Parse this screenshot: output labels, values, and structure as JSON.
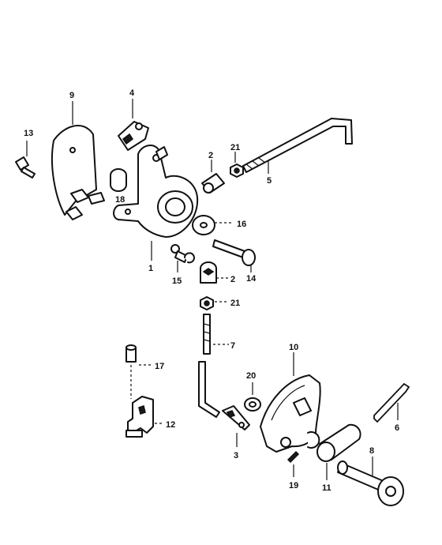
{
  "callouts": [
    {
      "id": "c1",
      "text": "1"
    },
    {
      "id": "c2a",
      "text": "2"
    },
    {
      "id": "c2b",
      "text": "2"
    },
    {
      "id": "c3",
      "text": "3"
    },
    {
      "id": "c4",
      "text": "4"
    },
    {
      "id": "c5",
      "text": "5"
    },
    {
      "id": "c6",
      "text": "6"
    },
    {
      "id": "c7",
      "text": "7"
    },
    {
      "id": "c8",
      "text": "8"
    },
    {
      "id": "c9",
      "text": "9"
    },
    {
      "id": "c10",
      "text": "10"
    },
    {
      "id": "c11",
      "text": "11"
    },
    {
      "id": "c12",
      "text": "12"
    },
    {
      "id": "c13",
      "text": "13"
    },
    {
      "id": "c14",
      "text": "14"
    },
    {
      "id": "c15",
      "text": "15"
    },
    {
      "id": "c16",
      "text": "16"
    },
    {
      "id": "c17",
      "text": "17"
    },
    {
      "id": "c18",
      "text": "18"
    },
    {
      "id": "c19",
      "text": "19"
    },
    {
      "id": "c20",
      "text": "20"
    },
    {
      "id": "c21a",
      "text": "21"
    },
    {
      "id": "c21b",
      "text": "21"
    }
  ],
  "colors": {
    "line": "#111111",
    "background": "#ffffff"
  }
}
